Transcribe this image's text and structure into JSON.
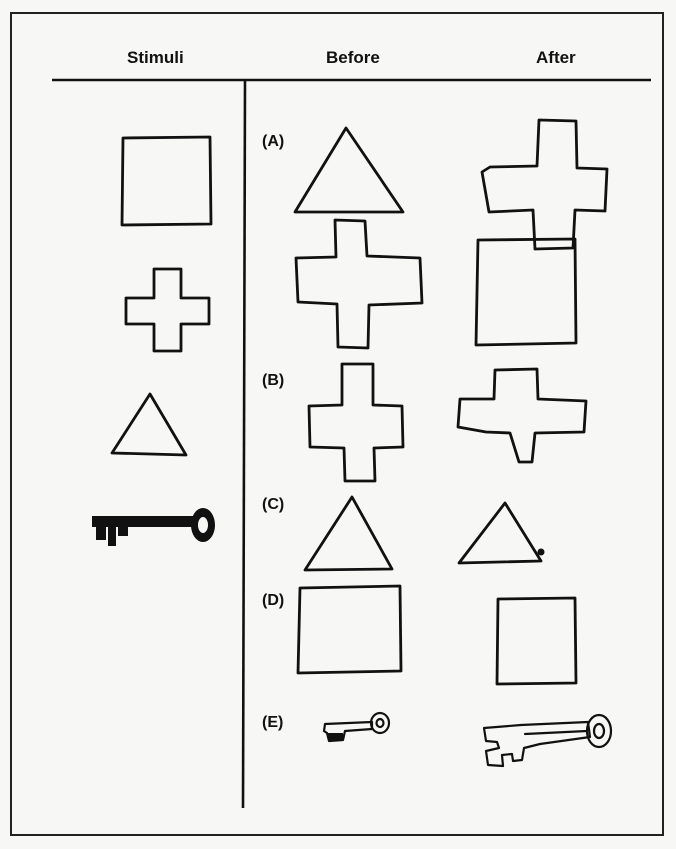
{
  "headers": {
    "stimuli": "Stimuli",
    "before": "Before",
    "after": "After"
  },
  "rows": [
    {
      "label": "(A)"
    },
    {
      "label": "(B)"
    },
    {
      "label": "(C)"
    },
    {
      "label": "(D)"
    },
    {
      "label": "(E)"
    }
  ],
  "stimuli": [
    "square",
    "cross",
    "triangle",
    "key"
  ],
  "colors": {
    "ink": "#111111",
    "paper": "#f7f7f5"
  }
}
